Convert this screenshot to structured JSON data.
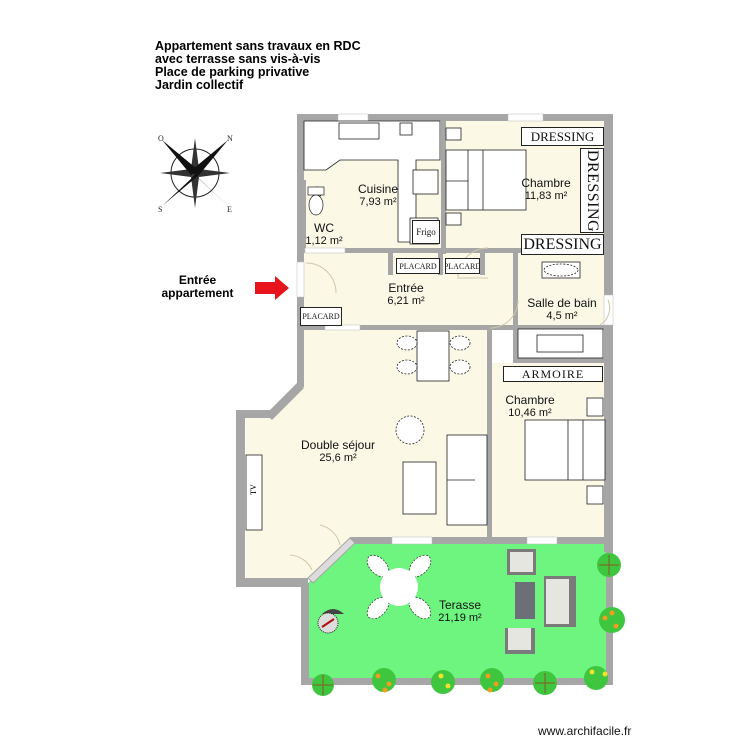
{
  "header": {
    "lines": [
      "Appartement sans travaux en RDC",
      "avec terrasse sans vis-à-vis",
      "Place de parking privative",
      "Jardin collectif"
    ]
  },
  "entry": {
    "label_line1": "Entrée",
    "label_line2": "appartement",
    "arrow_color": "#e8141b"
  },
  "compass": {
    "icon": "compass-rose-icon",
    "labels": [
      "O",
      "N",
      "S",
      "E"
    ]
  },
  "rooms": [
    {
      "id": "cuisine",
      "name": "Cuisine",
      "area": "7,93 m²"
    },
    {
      "id": "wc",
      "name": "WC",
      "area": "1,12 m²"
    },
    {
      "id": "chambre1",
      "name": "Chambre",
      "area": "11,83 m²"
    },
    {
      "id": "entree",
      "name": "Entrée",
      "area": "6,21 m²"
    },
    {
      "id": "sdb",
      "name": "Salle de bain",
      "area": "4,5 m²"
    },
    {
      "id": "sejour",
      "name": "Double séjour",
      "area": "25,6 m²"
    },
    {
      "id": "chambre2",
      "name": "Chambre",
      "area": "10,46 m²"
    },
    {
      "id": "terrasse",
      "name": "Terasse",
      "area": "21,19 m²"
    }
  ],
  "furniture_labels": {
    "dressing_top": "DRESSING",
    "dressing_side": "DRESSING",
    "dressing_bottom": "DRESSING",
    "placard_entree_1": "PLACARD",
    "placard_entree_2": "PLACARD",
    "placard_entree_left": "PLACARD",
    "armoire": "ARMOIRE",
    "frigo": "Frigo",
    "tv": "TV"
  },
  "colors": {
    "wall": "#a6a6a6",
    "floor": "#fbf8e6",
    "terrace": "#6ef57f",
    "furniture": "#ffffff",
    "outline": "#222222"
  },
  "watermark": "www.archifacile.fr"
}
